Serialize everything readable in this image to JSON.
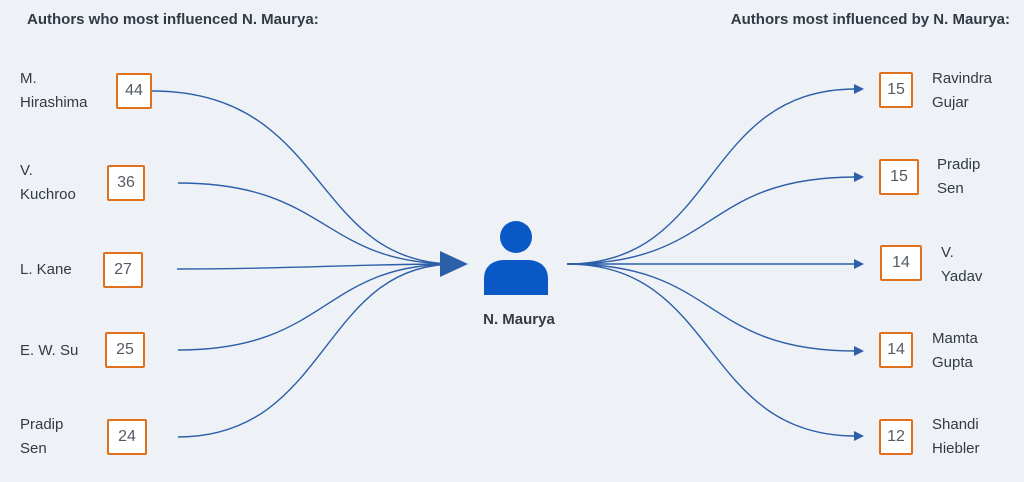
{
  "headings": {
    "left": "Authors who most influenced N. Maurya:",
    "right": "Authors most influenced by N. Maurya:"
  },
  "center": {
    "name": "N. Maurya",
    "icon": "user-icon",
    "color": "#0a57c6"
  },
  "colors": {
    "edge": "#2c5fa8",
    "badge_border": "#e0701c"
  },
  "influencers": [
    {
      "name_lines": [
        "M.",
        "Hirashima"
      ],
      "count": "44"
    },
    {
      "name_lines": [
        "V.",
        "Kuchroo"
      ],
      "count": "36"
    },
    {
      "name_lines": [
        "L. Kane"
      ],
      "count": "27"
    },
    {
      "name_lines": [
        "E. W. Su"
      ],
      "count": "25"
    },
    {
      "name_lines": [
        "Pradip",
        "Sen"
      ],
      "count": "24"
    }
  ],
  "influenced": [
    {
      "name_lines": [
        "Ravindra",
        "Gujar"
      ],
      "count": "15"
    },
    {
      "name_lines": [
        "Pradip",
        "Sen"
      ],
      "count": "15"
    },
    {
      "name_lines": [
        "V.",
        "Yadav"
      ],
      "count": "14"
    },
    {
      "name_lines": [
        "Mamta",
        "Gupta"
      ],
      "count": "14"
    },
    {
      "name_lines": [
        "Shandi",
        "Hiebler"
      ],
      "count": "12"
    }
  ]
}
